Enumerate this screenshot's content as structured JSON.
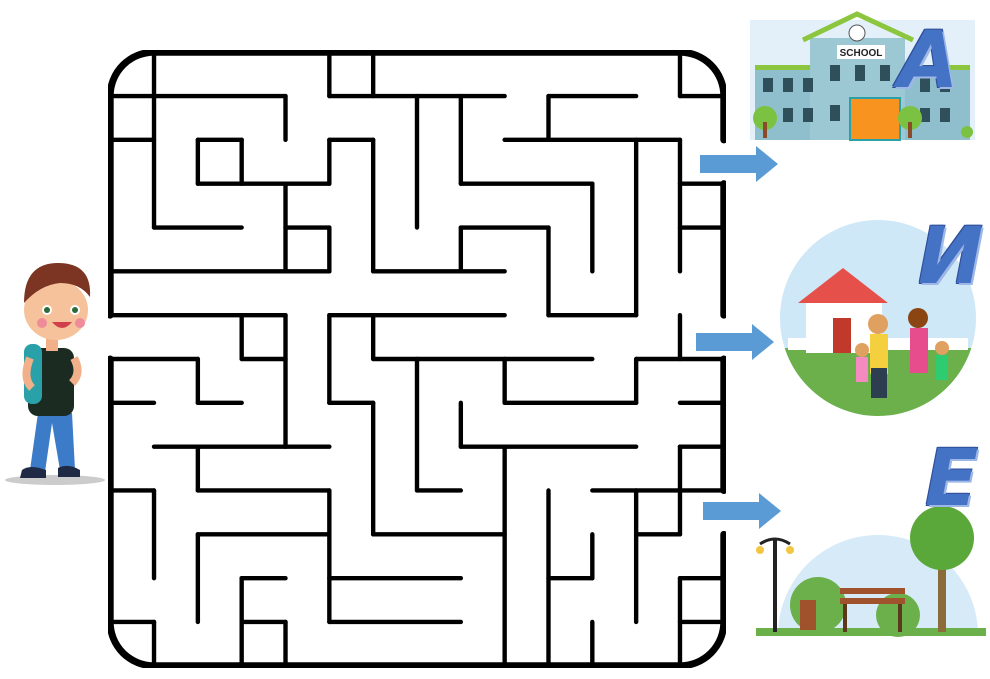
{
  "puzzle": {
    "type": "maze",
    "entrance": "left",
    "exits": 3
  },
  "destinations": [
    {
      "letter": "A",
      "scene": "school",
      "sign": "SCHOOL"
    },
    {
      "letter": "И",
      "scene": "family-home"
    },
    {
      "letter": "E",
      "scene": "park"
    }
  ],
  "colors": {
    "wall": "#000000",
    "arrow": "#5b9bd5",
    "letter": "#4472c4"
  }
}
